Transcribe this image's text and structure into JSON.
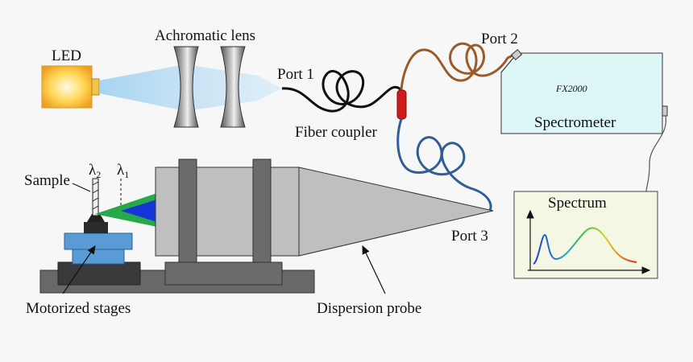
{
  "labels": {
    "led": "LED",
    "lens": "Achromatic lens",
    "port1": "Port 1",
    "port2": "Port 2",
    "port3": "Port 3",
    "fiber_coupler": "Fiber coupler",
    "spectrometer_model": "FX2000",
    "spectrometer": "Spectrometer",
    "spectrum": "Spectrum",
    "sample": "Sample",
    "lambda_2": "λ",
    "lambda_2_sub": "2",
    "lambda_1": "λ",
    "lambda_1_sub": "1",
    "motorized_stages": "Motorized stages",
    "dispersion_probe": "Dispersion probe"
  },
  "colors": {
    "background": "#f7f7f7",
    "led_glow": "#ffd95a",
    "fiber_black": "#111111",
    "fiber_brown": "#9b5a2a",
    "fiber_blue": "#2e5f95",
    "coupler": "#d11a1a",
    "spectrometer_fill": "#ddf6f6",
    "spectrum_panel": "#f4f7e4",
    "probe_gray": "#bfbfbf",
    "stage_blue": "#5b9bd5",
    "stage_dark": "#3a3a3a",
    "beam_blue": "#1535d8",
    "beam_green": "#27a84a"
  }
}
